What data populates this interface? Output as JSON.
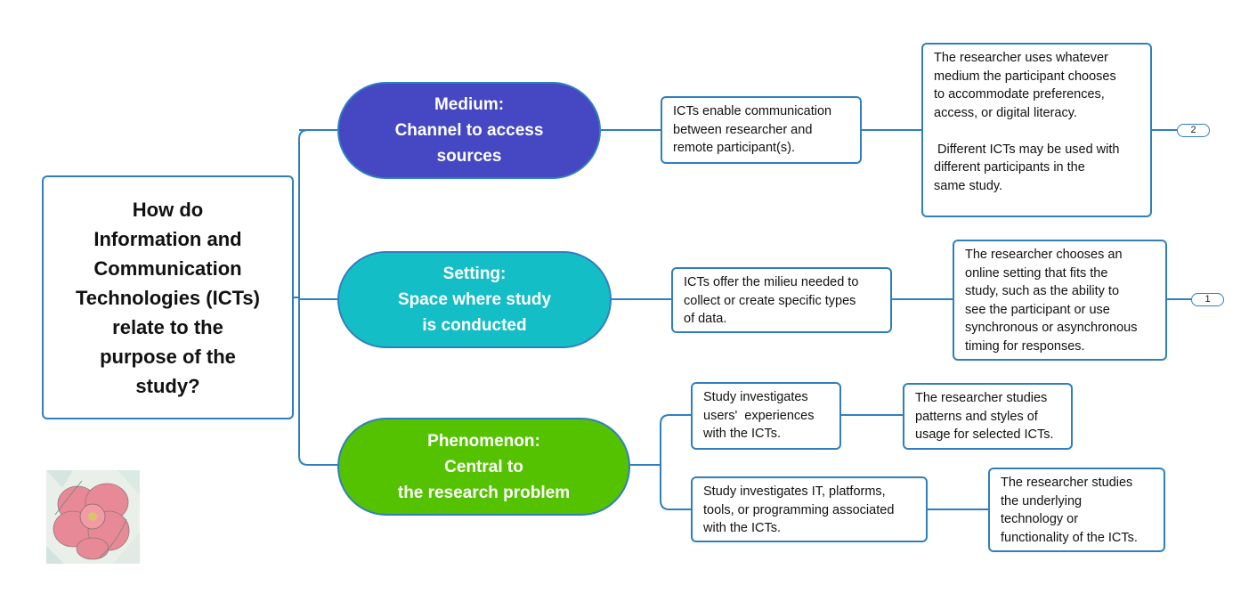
{
  "root": {
    "text": "How do\nInformation and\nCommunication\nTechnologies (ICTs)\nrelate to the\npurpose of the\nstudy?"
  },
  "branches": [
    {
      "label": "Medium:\nChannel to access\nsources",
      "color": "#4547c3",
      "ict": "ICTs enable communication\nbetween researcher and\nremote participant(s).",
      "researcher": "The researcher uses whatever\nmedium the participant chooses\nto accommodate preferences,\naccess, or digital literacy.\n\n Different ICTs may be used with\ndifferent participants in the\nsame study.",
      "badge": "2"
    },
    {
      "label": "Setting:\nSpace where study\nis conducted",
      "color": "#14bec6",
      "ict": "ICTs offer the milieu needed to\ncollect or create specific types\nof data.",
      "researcher": "The researcher chooses an\nonline setting that fits the\nstudy, such as the ability to\nsee the participant or use\nsynchronous or asynchronous\ntiming for responses.",
      "badge": "1"
    },
    {
      "label": "Phenomenon:\nCentral to\nthe research problem",
      "color": "#55c200",
      "sub": [
        {
          "ict": "Study investigates\nusers'  experiences\nwith the ICTs.",
          "researcher": "The researcher studies\npatterns and styles of\nusage for selected ICTs."
        },
        {
          "ict": "Study investigates IT, platforms,\ntools, or programming associated\nwith the ICTs.",
          "researcher": "The researcher studies\nthe underlying\ntechnology or\nfunctionality of the ICTs."
        }
      ]
    }
  ],
  "colors": {
    "connector": "#2f7fc0"
  },
  "image": {
    "icon": "flower-logo"
  }
}
